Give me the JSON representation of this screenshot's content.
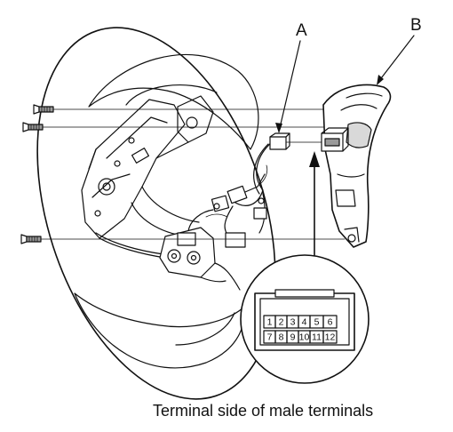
{
  "callouts": {
    "a": "A",
    "b": "B"
  },
  "caption": "Terminal side of male terminals",
  "connector": {
    "top_row": [
      "1",
      "2",
      "3",
      "4",
      "5",
      "6"
    ],
    "bottom_row": [
      "7",
      "8",
      "9",
      "10",
      "11",
      "12"
    ]
  }
}
